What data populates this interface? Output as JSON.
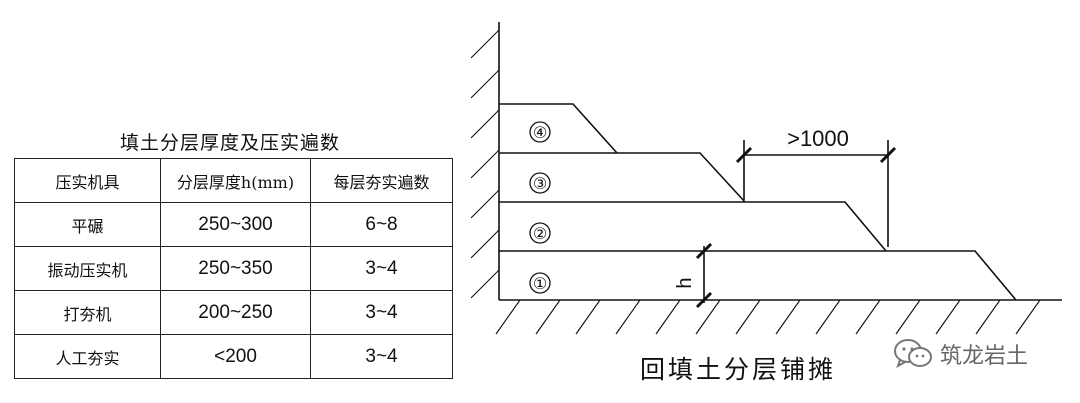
{
  "table": {
    "title": "填土分层厚度及压实遍数",
    "headers": [
      "压实机具",
      "分层厚度h(mm)",
      "每层夯实遍数"
    ],
    "rows": [
      {
        "tool": "平碾",
        "thickness": "250~300",
        "passes": "6~8"
      },
      {
        "tool": "振动压实机",
        "thickness": "250~350",
        "passes": "3~4"
      },
      {
        "tool": "打夯机",
        "thickness": "200~250",
        "passes": "3~4"
      },
      {
        "tool": "人工夯实",
        "thickness": "<200",
        "passes": "3~4"
      }
    ]
  },
  "diagram": {
    "caption": "回填土分层铺摊",
    "layers": [
      "①",
      "②",
      "③",
      "④"
    ],
    "dimension_label": ">1000",
    "height_label": "h"
  },
  "watermark": {
    "text": "筑龙岩土",
    "icon": "wechat-icon"
  }
}
